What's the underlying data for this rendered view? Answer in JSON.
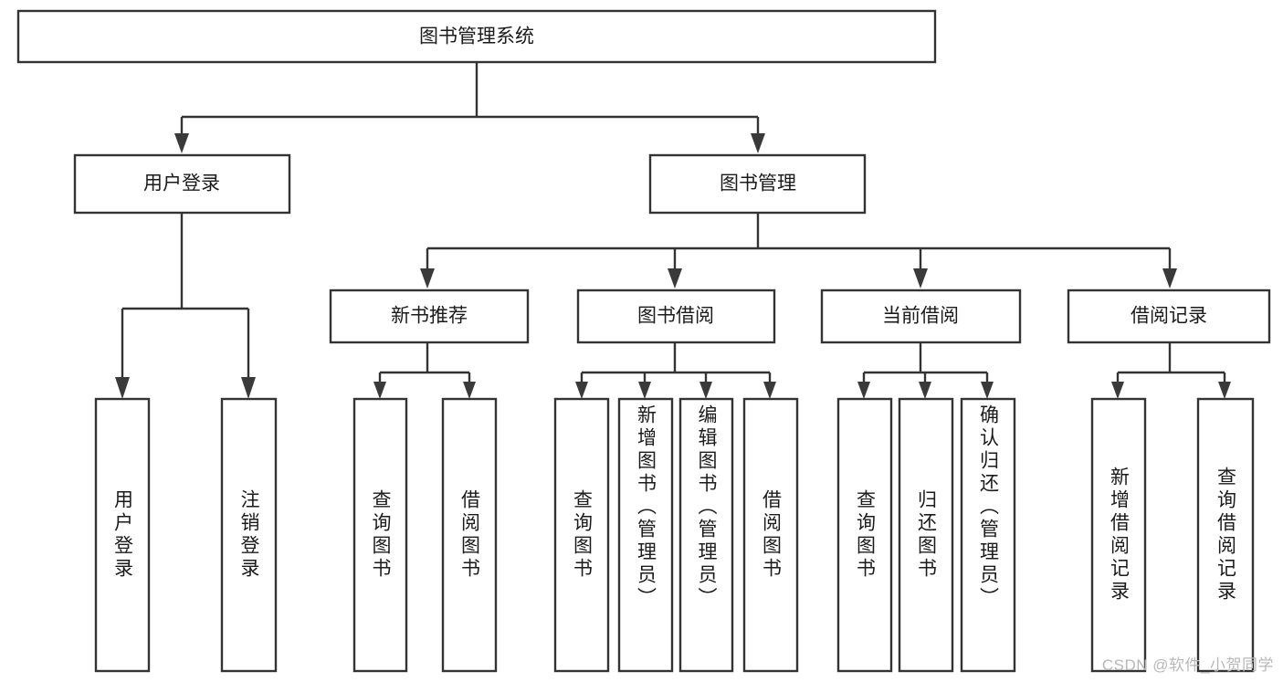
{
  "diagram": {
    "type": "tree-hierarchy-chart",
    "title": "图书管理系统",
    "orientation": "top-down",
    "colors": {
      "box_fill": "#ffffff",
      "box_stroke": "#333333",
      "text": "#1b1b1b",
      "background": "#ffffff",
      "watermark": "#b8b8b8"
    },
    "root": {
      "label": "图书管理系统"
    },
    "level1": [
      {
        "label": "用户登录"
      },
      {
        "label": "图书管理"
      }
    ],
    "level2": [
      {
        "label": "新书推荐"
      },
      {
        "label": "图书借阅"
      },
      {
        "label": "当前借阅"
      },
      {
        "label": "借阅记录"
      }
    ],
    "leaves": {
      "user_login": [
        {
          "label": "用户登录"
        },
        {
          "label": "注销登录"
        }
      ],
      "new_book_recommend": [
        {
          "label": "查询图书"
        },
        {
          "label": "借阅图书"
        }
      ],
      "book_borrow": [
        {
          "label": "查询图书"
        },
        {
          "label": "新增图书（管理员）"
        },
        {
          "label": "编辑图书（管理员）"
        },
        {
          "label": "借阅图书"
        }
      ],
      "current_borrow": [
        {
          "label": "查询图书"
        },
        {
          "label": "归还图书"
        },
        {
          "label": "确认归还（管理员）"
        }
      ],
      "borrow_record": [
        {
          "label": "新增借阅记录"
        },
        {
          "label": "查询借阅记录"
        }
      ]
    }
  },
  "watermark": {
    "text": "CSDN @软件_小贺同学"
  }
}
